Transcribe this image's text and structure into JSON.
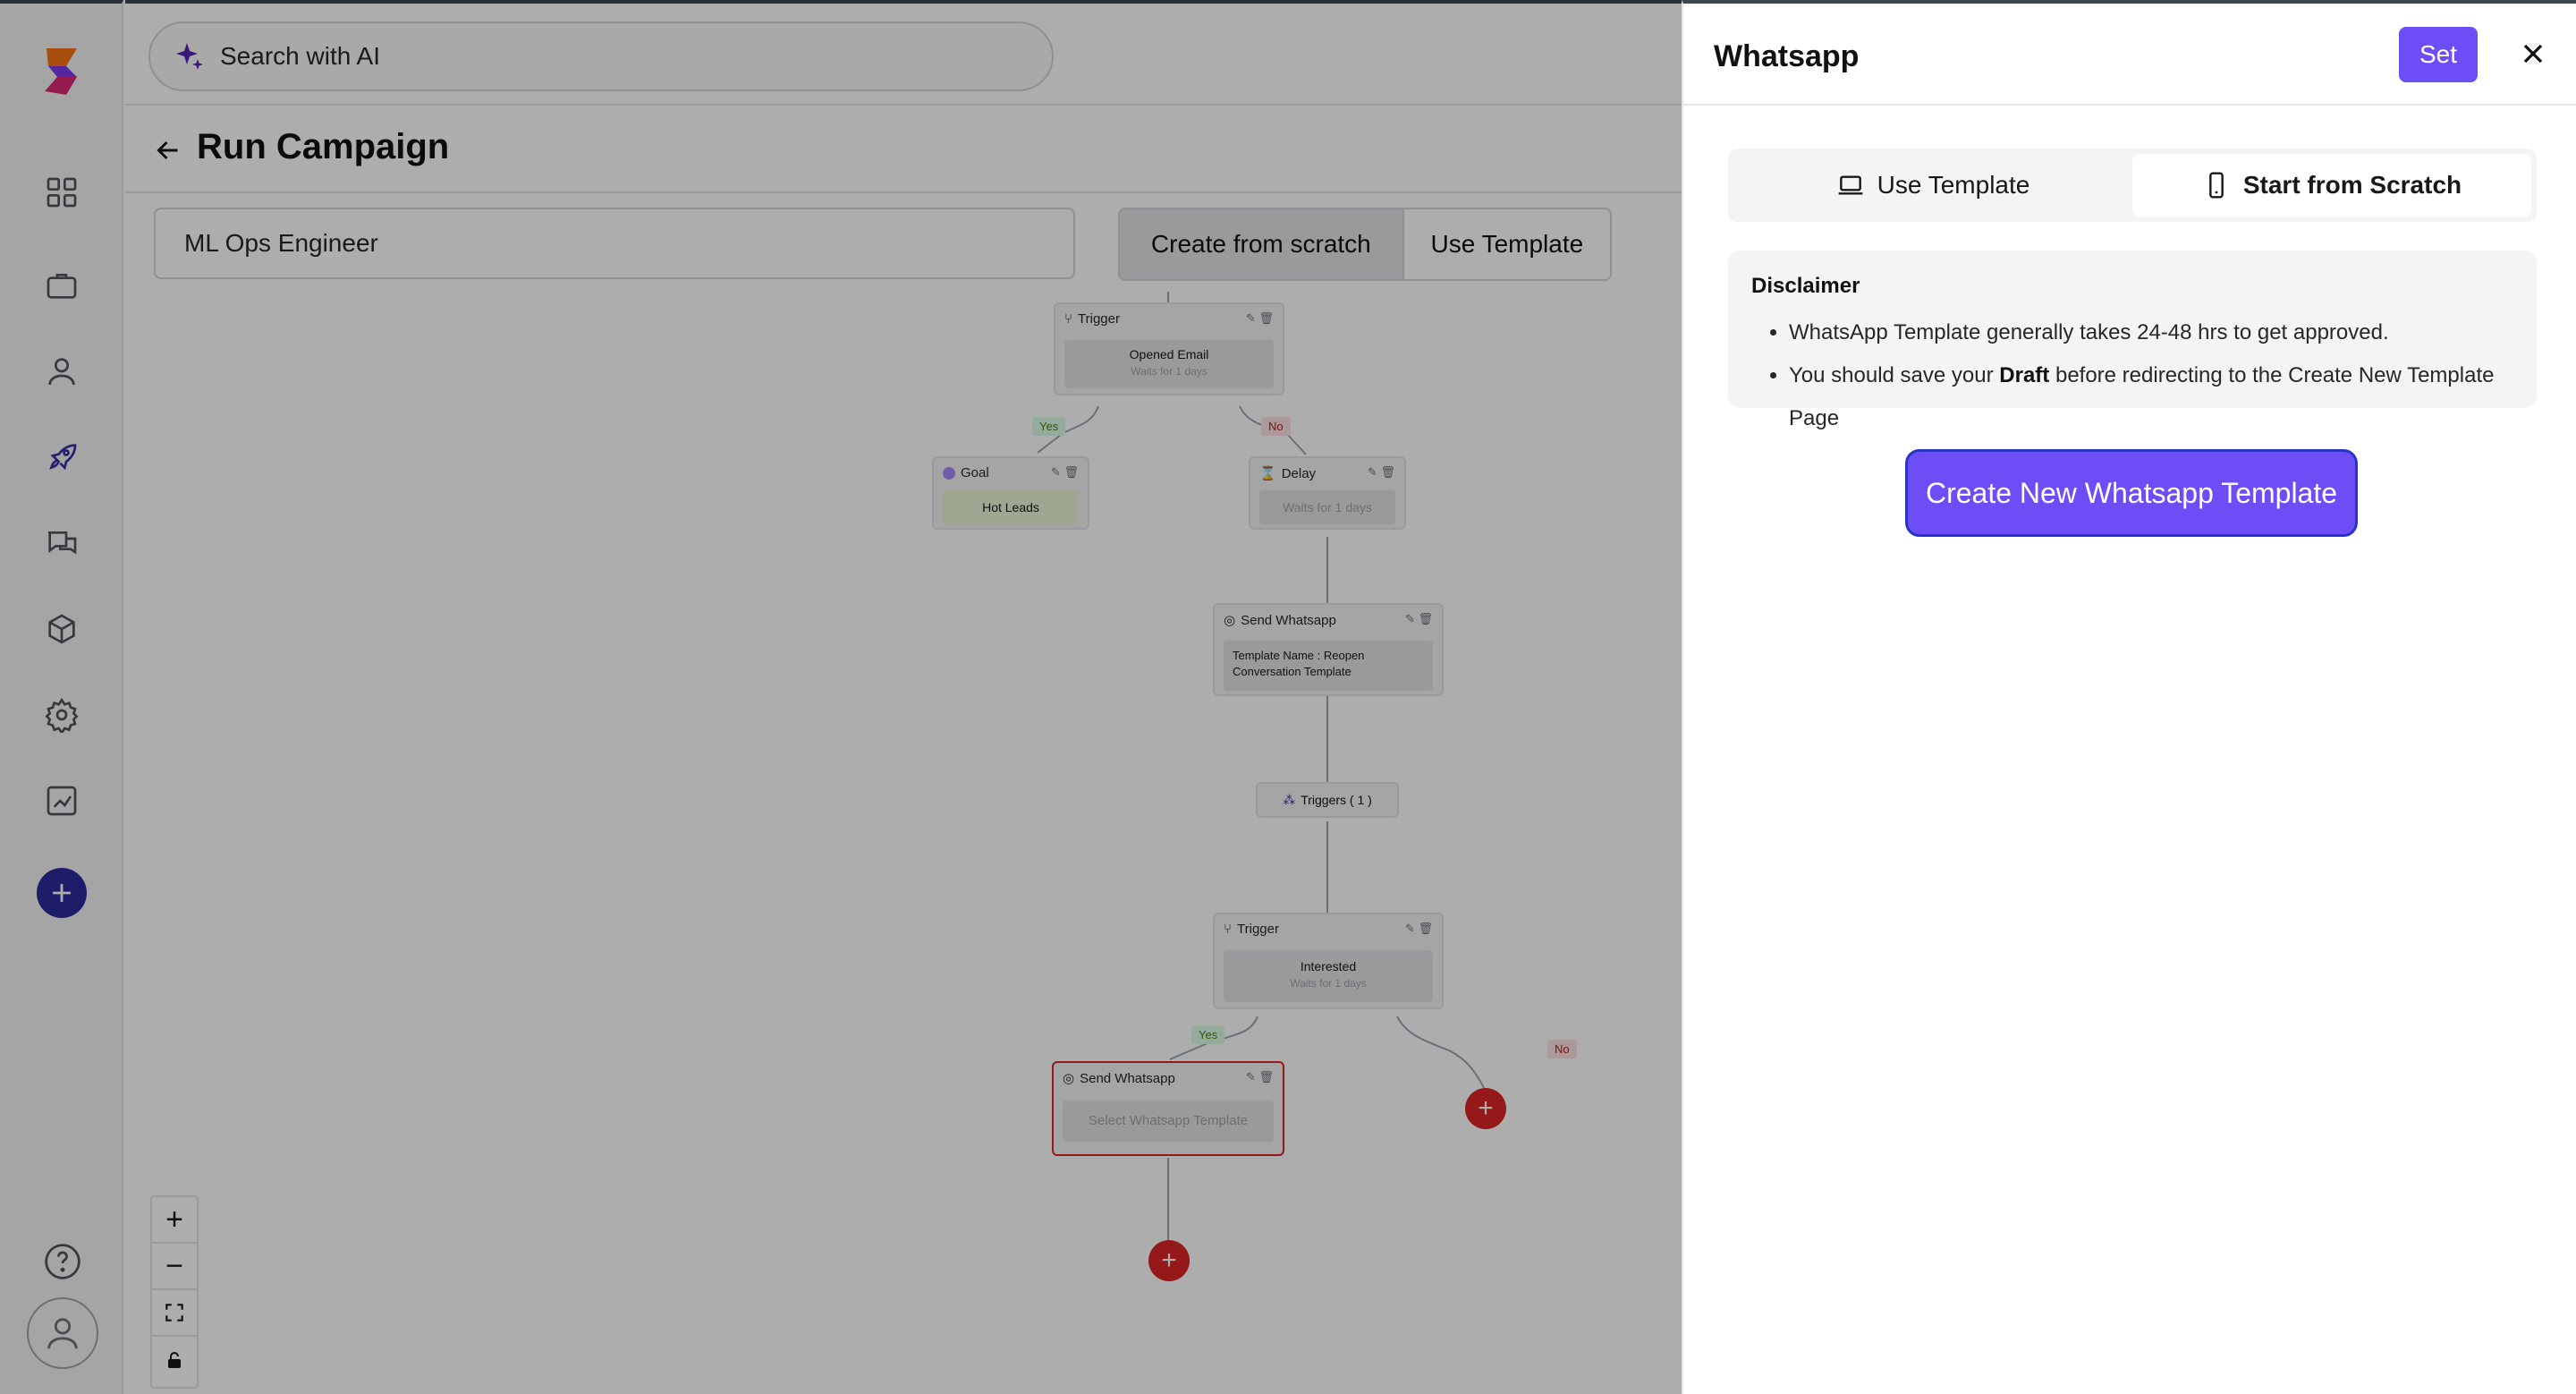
{
  "search": {
    "placeholder": "Search with AI"
  },
  "page": {
    "title": "Run Campaign"
  },
  "campaign": {
    "name": "ML Ops Engineer"
  },
  "mode_toggle": {
    "from_scratch": "Create from scratch",
    "use_template": "Use Template"
  },
  "flow": {
    "node1": {
      "type": "Trigger",
      "label": "Opened Email",
      "sub": "Waits for 1 days"
    },
    "yes1": "Yes",
    "no1": "No",
    "goal": {
      "type": "Goal",
      "label": "Hot Leads"
    },
    "delay": {
      "type": "Delay",
      "label": "Waits for 1 days"
    },
    "wa1": {
      "type": "Send Whatsapp",
      "label": "Template Name : Reopen Conversation Template"
    },
    "triggers": "Triggers ( 1 )",
    "node2": {
      "type": "Trigger",
      "label": "Interested",
      "sub": "Waits for 1 days"
    },
    "yes2": "Yes",
    "no2": "No",
    "wa2": {
      "type": "Send Whatsapp",
      "label": "Select Whatsapp Template"
    }
  },
  "zoom": {
    "in": "+",
    "out": "−"
  },
  "drawer": {
    "title": "Whatsapp",
    "set_label": "Set",
    "tabs": {
      "use_template": "Use Template",
      "start_scratch": "Start from Scratch"
    },
    "disclaimer": {
      "title": "Disclaimer",
      "line1": "WhatsApp Template generally takes 24-48 hrs to get approved.",
      "line2_pre": "You should save your ",
      "line2_bold": "Draft",
      "line2_post": " before redirecting to the Create New Template Page"
    },
    "create_button": "Create New Whatsapp Template"
  },
  "colors": {
    "accent": "#6d4df5",
    "sidebar_add": "#2b2a9a",
    "danger": "#dc2626"
  }
}
